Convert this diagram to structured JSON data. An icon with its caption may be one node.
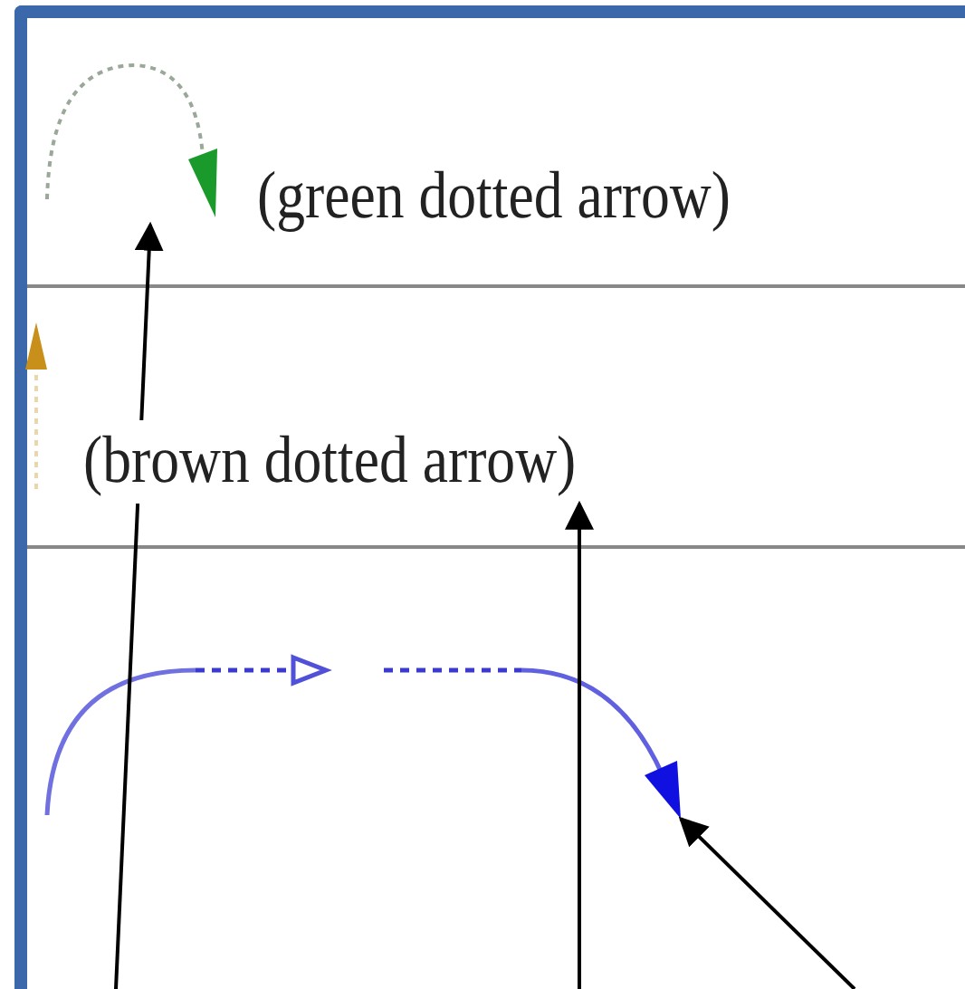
{
  "diagram": {
    "nodes": [
      {
        "text": [],
        "shape": "picture"
      },
      {
        "text": [],
        "shape": "picture"
      },
      {
        "text": [
          "(brown dotted arrow)"
        ]
      },
      {
        "text": [],
        "shape": "picture"
      }
    ],
    "edges": [
      {
        "from": null,
        "to": 0,
        "arrow": "to"
      },
      {
        "from": null,
        "to": 2,
        "arrow": "to"
      },
      {
        "from": null,
        "to": 3,
        "arrow": "to"
      }
    ],
    "labels": [
      "(green dotted arrow)"
    ]
  }
}
